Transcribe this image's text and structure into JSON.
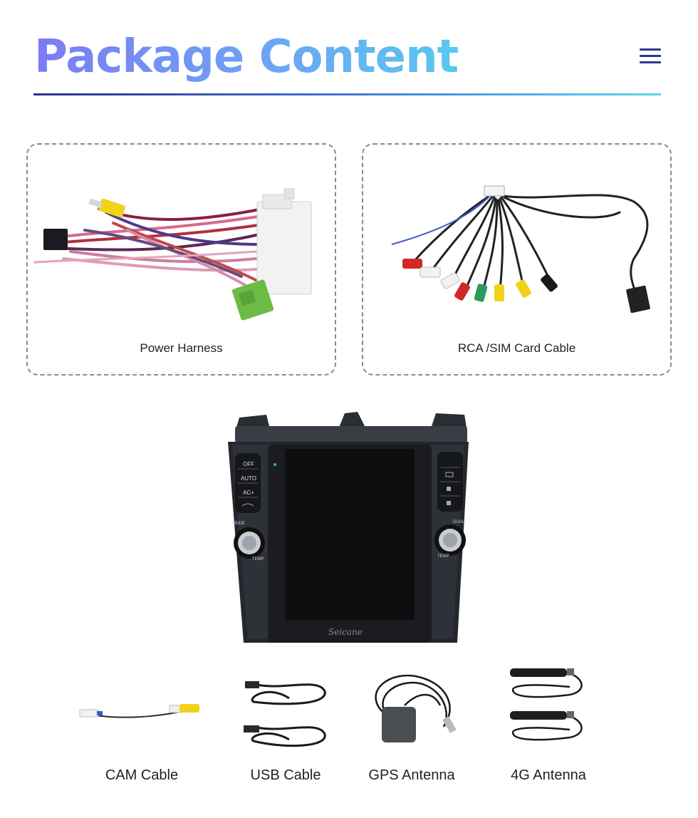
{
  "header": {
    "title": "Package Content"
  },
  "cards": [
    {
      "label": "Power Harness"
    },
    {
      "label": "RCA /SIM Card Cable"
    }
  ],
  "head_unit": {
    "left_buttons": [
      "OFF",
      "AUTO",
      "AC+"
    ],
    "left_knob_top": "MODE",
    "left_knob_bottom": "TEMP",
    "right_knob_top": "DUAL",
    "right_knob_bottom": "TEMP",
    "brand": "Seicane"
  },
  "accessories": [
    {
      "label": "CAM Cable"
    },
    {
      "label": "USB Cable"
    },
    {
      "label": "GPS Antenna"
    },
    {
      "label": "4G Antenna"
    }
  ]
}
